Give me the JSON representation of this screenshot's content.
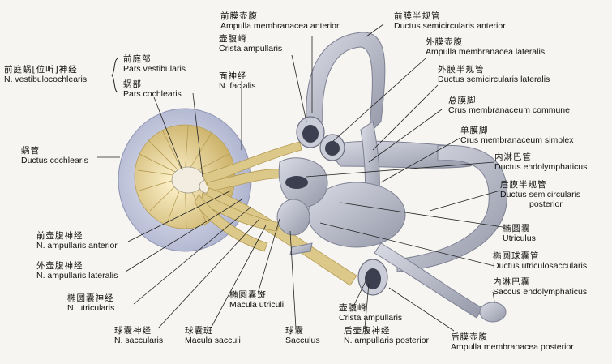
{
  "colors": {
    "nerve": "#d9c684",
    "nerve_dark": "#b79f58",
    "membrane": "#bfc2cf",
    "membrane_dark": "#8b8e9e",
    "cochlea": "#c6cbe0",
    "background": "#f7f5f1"
  },
  "labels": {
    "ampulla_anterior": {
      "zh": "前膜壶腹",
      "la": "Ampulla membranacea anterior"
    },
    "ductus_semi_anterior": {
      "zh": "前膜半规管",
      "la": "Ductus semicircularis anterior"
    },
    "crista_top": {
      "zh": "壶腹嵴",
      "la": "Crista ampullaris"
    },
    "ampulla_lateralis": {
      "zh": "外膜壶腹",
      "la": "Ampulla membranacea lateralis"
    },
    "ductus_semi_lateralis": {
      "zh": "外膜半规管",
      "la": "Ductus semicircularis lateralis"
    },
    "crus_commune": {
      "zh": "总膜脚",
      "la": "Crus membranaceum commune"
    },
    "crus_simplex": {
      "zh": "单膜脚",
      "la": "Crus membranaceum simplex"
    },
    "ductus_endolymph": {
      "zh": "内淋巴管",
      "la": "Ductus endolymphaticus"
    },
    "ductus_semi_posterior": {
      "zh": "后膜半规管",
      "la": "Ductus semicircularis",
      "la2": "posterior"
    },
    "utriculus": {
      "zh": "椭圆囊",
      "la": "Utriculus"
    },
    "ductus_utriculo": {
      "zh": "椭圆球囊管",
      "la": "Ductus utriculosaccularis"
    },
    "saccus_endolymph": {
      "zh": "内淋巴囊",
      "la": "Saccus endolymphaticus"
    },
    "ampulla_posterior": {
      "zh": "后膜壶腹",
      "la": "Ampulla membranacea posterior"
    },
    "n_ampullaris_post": {
      "zh": "后壶腹神经",
      "la": "N. ampullaris posterior"
    },
    "crista_bottom": {
      "zh": "壶腹嵴",
      "la": "Crista ampullaris"
    },
    "sacculus": {
      "zh": "球囊",
      "la": "Sacculus"
    },
    "macula_utriculi": {
      "zh": "椭圆囊斑",
      "la": "Macula utriculi"
    },
    "macula_sacculi": {
      "zh": "球囊斑",
      "la": "Macula sacculi"
    },
    "n_saccularis": {
      "zh": "球囊神经",
      "la": "N. saccularis"
    },
    "n_utricularis": {
      "zh": "椭圆囊神经",
      "la": "N. utricularis"
    },
    "n_ampullaris_lat": {
      "zh": "外壶腹神经",
      "la": "N. ampullaris lateralis"
    },
    "n_ampullaris_ant": {
      "zh": "前壶腹神经",
      "la": "N. ampullaris anterior"
    },
    "ductus_cochlearis": {
      "zh": "蜗管",
      "la": "Ductus cochlearis"
    },
    "n_vestibulocochlearis": {
      "zh": "前庭蜗[位听]神经",
      "la": "N. vestibulocochlearis"
    },
    "pars_vestibularis": {
      "zh": "前庭部",
      "la": "Pars vestibularis"
    },
    "pars_cochlearis": {
      "zh": "蜗部",
      "la": "Pars cochlearis"
    },
    "n_facialis": {
      "zh": "面神经",
      "la": "N. facialis"
    }
  }
}
